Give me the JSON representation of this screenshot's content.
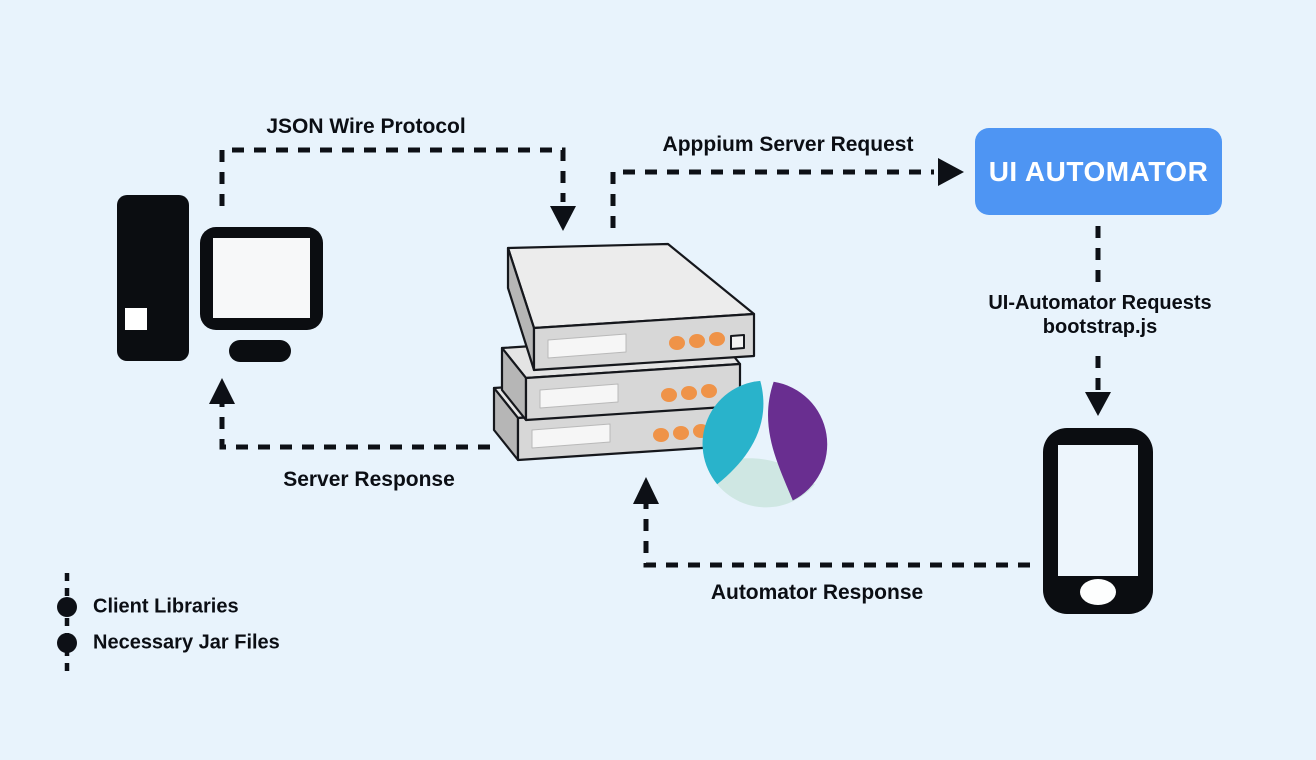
{
  "diagram": {
    "connections": {
      "json_wire_label": "JSON Wire Protocol",
      "appium_server_request_label": "Apppium Server Request",
      "server_response_label": "Server Response",
      "ui_automator_requests_line1": "UI-Automator Requests",
      "ui_automator_requests_line2": "bootstrap.js",
      "automator_response_label": "Automator Response"
    },
    "nodes": {
      "ui_automator_box_label": "UI AUTOMATOR",
      "client_icon": "desktop-computer-icon",
      "server_icon": "server-stack-icon",
      "appium_logo_icon": "appium-logo-icon",
      "device_icon": "mobile-phone-icon"
    },
    "legend": {
      "items": [
        {
          "label": "Client Libraries"
        },
        {
          "label": "Necessary Jar Files"
        }
      ]
    },
    "colors": {
      "background": "#E8F3FC",
      "line_black": "#0D1016",
      "ui_automator_blue": "#4E95F3",
      "server_dot_orange": "#EF9348",
      "appium_cyan": "#29B3CB",
      "appium_purple": "#692E90",
      "appium_mint": "#CFE7E3"
    }
  }
}
